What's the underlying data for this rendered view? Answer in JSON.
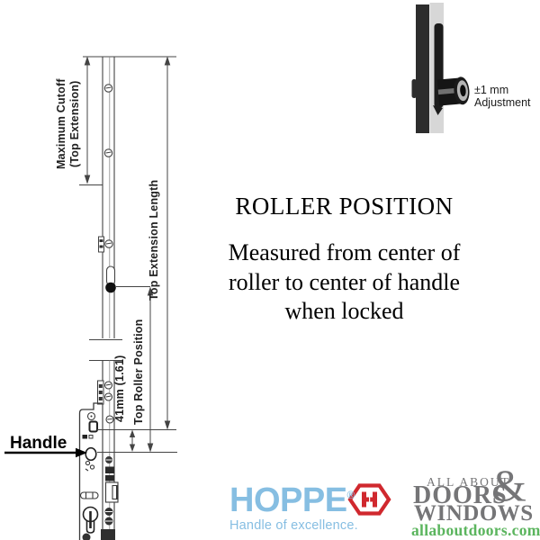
{
  "heading": {
    "title": "ROLLER POSITION",
    "body_line1": "Measured from center of",
    "body_line2": "roller to center of handle",
    "body_line3": "when locked"
  },
  "diagram": {
    "max_cutoff_line1": "Maximum Cutoff",
    "max_cutoff_line2": "(Top Extension)",
    "top_extension_length": "Top Extension Length",
    "top_roller_position": "Top Roller Position",
    "roller_offset": "41mm (1.61)",
    "handle_label": "Handle"
  },
  "inset": {
    "adjustment_line1": "±1 mm",
    "adjustment_line2": "Adjustment"
  },
  "hoppe_logo": {
    "name": "HOPPE",
    "registered_mark": "®",
    "tagline": "Handle of excellence.",
    "blue": "#86bee2",
    "red": "#d0282e"
  },
  "aadw_logo": {
    "line1": "ALL ABOUT",
    "line2": "DOORS",
    "ampersand": "&",
    "line3": "WINDOWS",
    "website": "allaboutdoors.com",
    "gray": "#757577",
    "green": "#5bb55e"
  }
}
